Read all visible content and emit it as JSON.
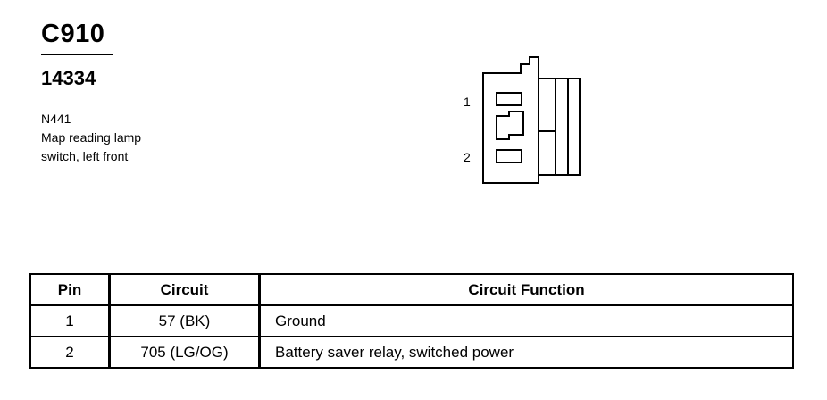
{
  "connector": {
    "id": "C910",
    "part_number": "14334",
    "code": "N441",
    "description_lines": [
      "Map reading lamp",
      "switch, left front"
    ]
  },
  "diagram": {
    "pin_labels": [
      "1",
      "2"
    ]
  },
  "table": {
    "headers": {
      "pin": "Pin",
      "circuit": "Circuit",
      "function": "Circuit Function"
    },
    "rows": [
      {
        "pin": "1",
        "circuit": "57 (BK)",
        "function": "Ground"
      },
      {
        "pin": "2",
        "circuit": "705 (LG/OG)",
        "function": "Battery saver relay, switched power"
      }
    ]
  }
}
